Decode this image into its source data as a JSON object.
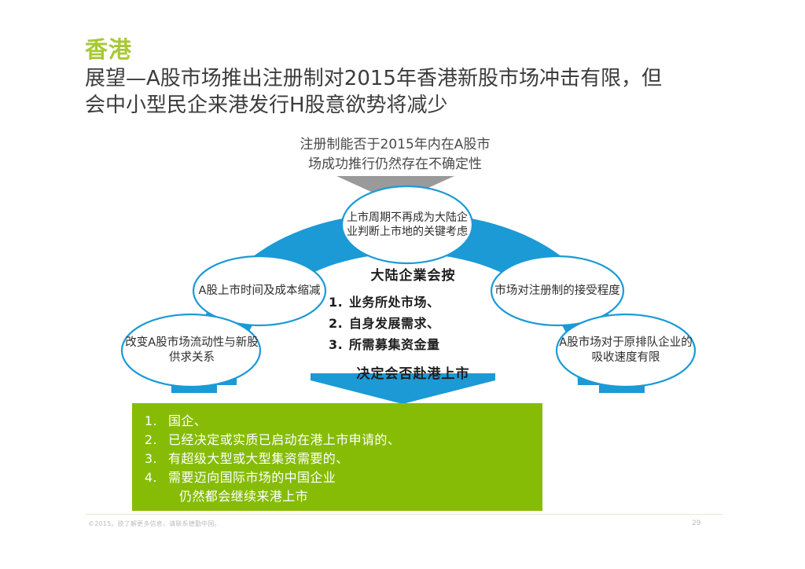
{
  "slide": {
    "kicker": "香港",
    "headline_lines": [
      "展望—A股市场推出注册制对2015年香港新股市场冲击有限，但",
      "会中小型民企来港发行H股意欲势将减少"
    ]
  },
  "top_caption": {
    "lines": [
      "注册制能否于2015年内在A股市",
      "场成功推行仍然存在不确定性"
    ]
  },
  "diagram": {
    "nodes": {
      "top": "上市周期不再成为大陆企业判断上市地的关键考虑",
      "left": "A股上市时间及成本缩减",
      "right": "市场对注册制的接受程度",
      "bottom_left": "改变A股市场流动性与新股供求关系",
      "bottom_right": "A股市场对于原排队企业的吸收速度有限"
    },
    "center": {
      "title": "大陆企業会按",
      "items": [
        {
          "num": "1.",
          "text": "业务所处市场、"
        },
        {
          "num": "2.",
          "text": "自身发展需求、"
        },
        {
          "num": "3.",
          "text": "所需募集资金量"
        }
      ],
      "footer": "决定会否赴港上市"
    }
  },
  "green_box": {
    "items": [
      {
        "num": "1.",
        "text": "国企、"
      },
      {
        "num": "2.",
        "text": "已经决定或实质已启动在港上市申请的、"
      },
      {
        "num": "3.",
        "text": "有超级大型或大型集资需要的、"
      },
      {
        "num": "4.",
        "text": "需要迈向国际市场的中国企业"
      }
    ],
    "tail": "仍然都会继续来港上市"
  },
  "footer": {
    "copyright": "©2015。欲了解更多信息，请联系德勤中国。",
    "page_number": "29"
  },
  "colors": {
    "accent_green": "#86bc06",
    "title_green": "#a7c932",
    "accent_blue": "#1b9ad6",
    "gray_arrow": "#9a9a9a"
  }
}
